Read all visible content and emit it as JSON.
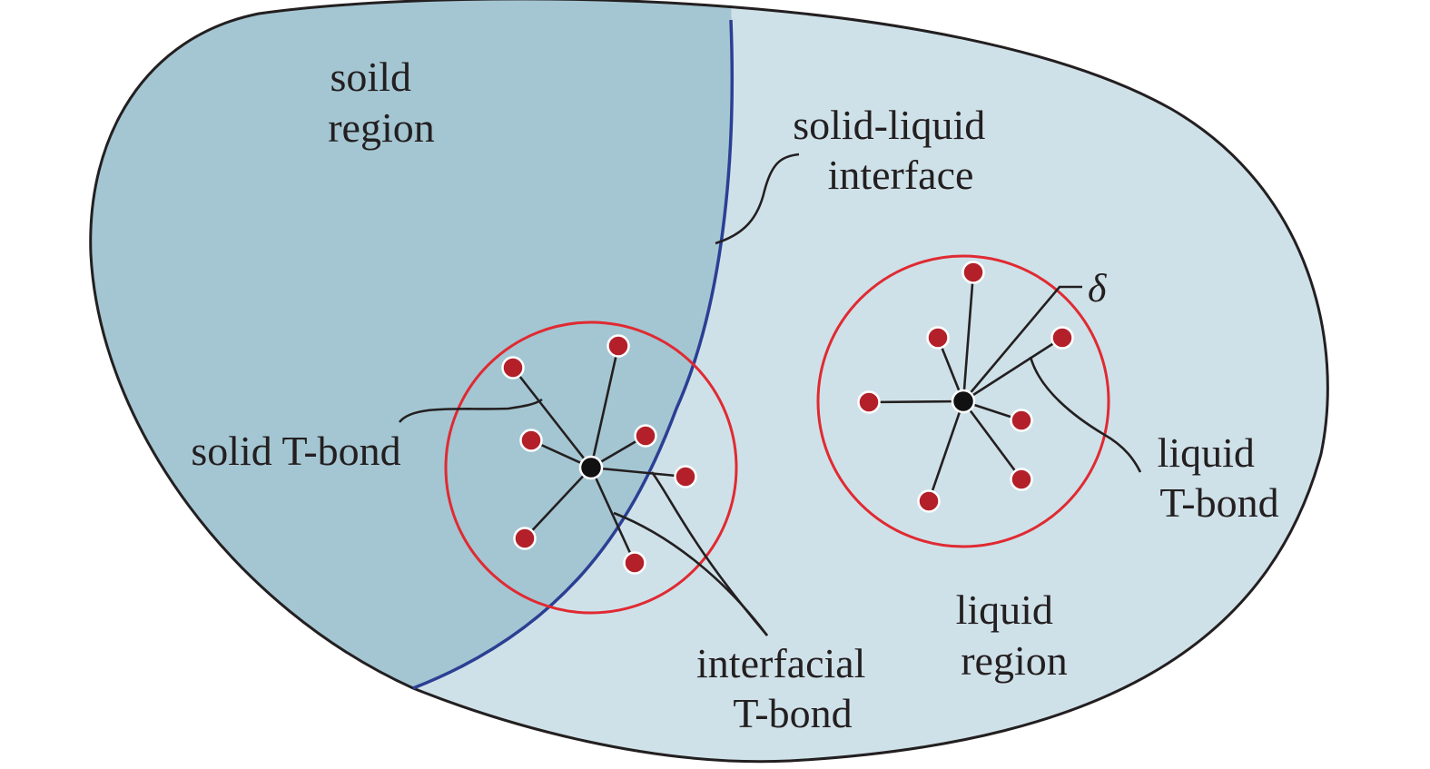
{
  "colors": {
    "solid_region": "#a4c6d2",
    "liquid_region": "#cfe1e8",
    "outline": "#231f20",
    "interface_line": "#2b3f94",
    "horizon_circle": "#e02a32",
    "particle": "#b3202a",
    "center_particle": "#111111"
  },
  "labels": {
    "solid_region": [
      "soild",
      "region"
    ],
    "interface": [
      "solid-liquid",
      "interface"
    ],
    "solid_bond": "solid T-bond",
    "interfacial_bond": [
      "interfacial",
      "T-bond"
    ],
    "liquid_region": [
      "liquid",
      "region"
    ],
    "liquid_bond": [
      "liquid",
      "T-bond"
    ],
    "horizon_symbol": "δ"
  }
}
